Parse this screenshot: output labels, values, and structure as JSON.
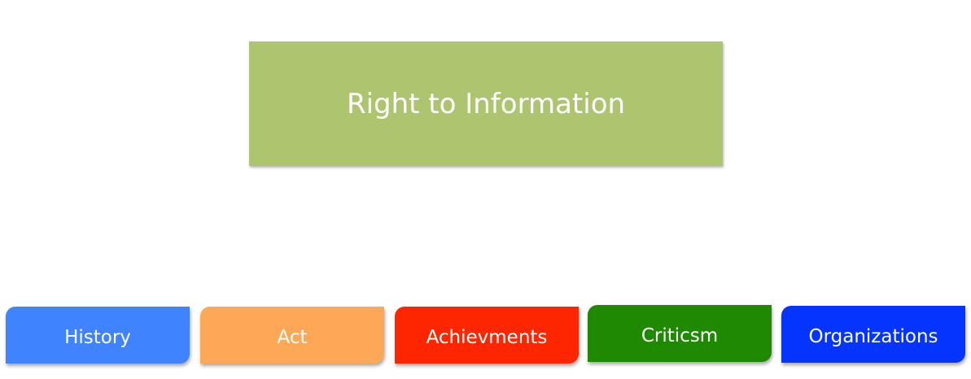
{
  "title": {
    "label": "Right to Information",
    "color": "#acc56e"
  },
  "children": [
    {
      "label": "History",
      "color": "#3f83fe"
    },
    {
      "label": "Act",
      "color": "#fca857"
    },
    {
      "label": "Achievments",
      "color": "#fd2601"
    },
    {
      "label": "Criticsm",
      "color": "#1f8a01"
    },
    {
      "label": "Organizations",
      "color": "#0434fd"
    }
  ]
}
